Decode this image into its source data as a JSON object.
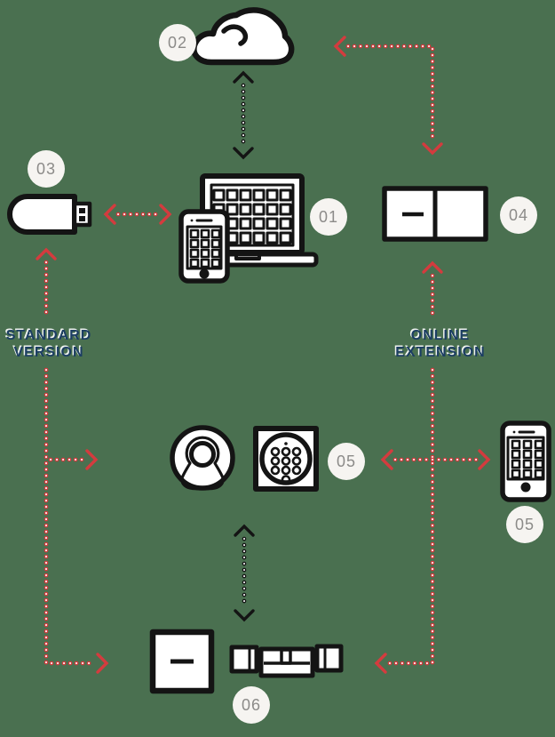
{
  "diagram": {
    "background_color": "#4a7050",
    "colors": {
      "arrow_red": "#d43b3e",
      "ink_black": "#141414",
      "label_text": "#1c3e63",
      "badge_background": "#f6f4f1",
      "badge_text": "#8c8b89"
    },
    "labels": {
      "standard": {
        "line1": "STANDARD",
        "line2": "VERSION"
      },
      "online": {
        "line1": "ONLINE",
        "line2": "EXTENSION"
      }
    },
    "badges": {
      "computer": "01",
      "cloud": "02",
      "usb": "03",
      "module": "04",
      "keypad": "05",
      "smartphone": "05",
      "cylinder": "06"
    }
  }
}
